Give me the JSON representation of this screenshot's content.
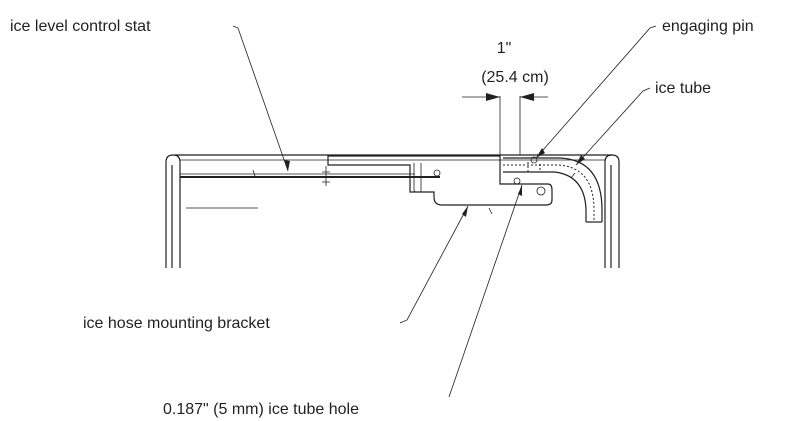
{
  "labels": {
    "ice_level_control_stat": "ice level control stat",
    "engaging_pin": "engaging pin",
    "dimension_inch": "1\"",
    "dimension_metric": "(25.4 cm)",
    "ice_tube": "ice tube",
    "ice_hose_mounting_bracket": "ice hose mounting bracket",
    "ice_tube_hole": "0.187\" (5 mm) ice tube hole"
  },
  "colors": {
    "line": "#231f20",
    "background": "#ffffff"
  }
}
